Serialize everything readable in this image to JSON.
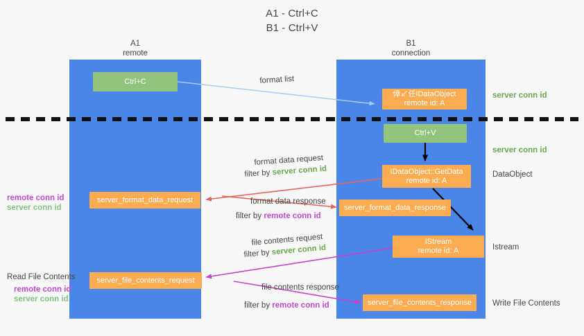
{
  "title": {
    "line1": "A1 - Ctrl+C",
    "line2": "B1 - Ctrl+V"
  },
  "lanes": [
    {
      "id": "a1",
      "name": "A1",
      "sub": "remote",
      "color": "#4a86e8"
    },
    {
      "id": "b1",
      "name": "B1",
      "sub": "connection",
      "color": "#4a86e8"
    }
  ],
  "nodes": {
    "ctrl_c": {
      "line1": "Ctrl+C",
      "line2": ""
    },
    "ctrl_v": {
      "line1": "Ctrl+V",
      "line2": ""
    },
    "idataobject": {
      "line1": "倖↙任IDataObject",
      "line2": "remote id: A"
    },
    "getdata": {
      "line1": "IDataObject::GetData",
      "line2": "remote id: A"
    },
    "istream": {
      "line1": "IStream",
      "line2": "remote id: A"
    },
    "fmt_data_request": {
      "line1": "server_format_data_request",
      "line2": ""
    },
    "fmt_data_response": {
      "line1": "server_format_data_response",
      "line2": ""
    },
    "file_request": {
      "line1": "server_file_contents_request",
      "line2": ""
    },
    "file_response": {
      "line1": "server_file_contents_response",
      "line2": ""
    }
  },
  "edge_labels": {
    "format_list": {
      "text": "format list"
    },
    "fmt_req_top": {
      "text": "format data request"
    },
    "fmt_req_filter": {
      "prefix": "filter by ",
      "token": "server conn id",
      "token_color": "server"
    },
    "fmt_resp_top": {
      "text": "format data response"
    },
    "fmt_resp_filter": {
      "prefix": "filter by ",
      "token": "remote conn id",
      "token_color": "remote"
    },
    "file_req_top": {
      "text": "file contents request"
    },
    "file_req_filter": {
      "prefix": "filter by ",
      "token": "server conn id",
      "token_color": "server"
    },
    "file_resp_top": {
      "text": "file contents response"
    },
    "file_resp_filter": {
      "prefix": "filter by ",
      "token": "remote conn id",
      "token_color": "remote"
    }
  },
  "right_annotations": [
    {
      "id": "server-conn-id-1",
      "text": "server conn id",
      "style": "green-bold"
    },
    {
      "id": "server-conn-id-2",
      "text": "server conn id",
      "style": "green-bold"
    },
    {
      "id": "dataobject",
      "text": "DataObject",
      "style": "plain"
    },
    {
      "id": "istream",
      "text": "Istream",
      "style": "plain"
    },
    {
      "id": "write-file",
      "text": "Write File Contents",
      "style": "plain"
    }
  ],
  "left_annotations": {
    "read_file_contents": "Read File Contents",
    "conn_pair_upper": {
      "remote": "remote conn id",
      "server": "server conn id"
    },
    "conn_pair_lower": {
      "remote": "remote conn id",
      "server": "server conn id"
    }
  },
  "colors": {
    "lane_blue": "#4a86e8",
    "node_green": "#93c47d",
    "node_orange": "#fbab50",
    "arrow_lightblue": "#a8cdf0",
    "arrow_red": "#e8645a",
    "arrow_magenta": "#cc3ec7",
    "arrow_black": "#000000",
    "text_dark": "#444444",
    "token_server": "#6aa84f",
    "token_remote": "#c04ad0",
    "divider": "#111111",
    "background": "#f7f7f7"
  }
}
